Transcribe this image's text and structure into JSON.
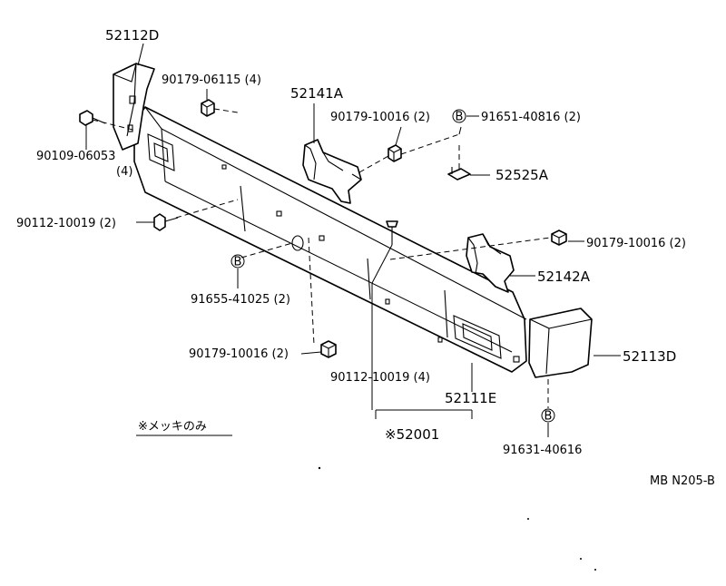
{
  "labels": {
    "p52112D": "52112D",
    "p90179_06115": "90179-06115 (4)",
    "p90109_06053": "90109-06053",
    "p90109_06053_qty": "(4)",
    "p52141A": "52141A",
    "p90179_10016_top": "90179-10016 (2)",
    "p91651_40816": "91651-40816 (2)",
    "p52525A": "52525A",
    "p90112_10019_left": "90112-10019 (2)",
    "p90179_10016_right": "90179-10016 (2)",
    "p52142A": "52142A",
    "p91655_41025": "91655-41025 (2)",
    "p90179_10016_bottom": "90179-10016 (2)",
    "p52113D": "52113D",
    "p90112_10019_center": "90112-10019 (4)",
    "p52111E": "52111E",
    "p52001": "※52001",
    "p91631_40616": "91631-40616",
    "note": "※メッキのみ",
    "drawing_code": "MB N205-B",
    "marker_b": "B"
  }
}
